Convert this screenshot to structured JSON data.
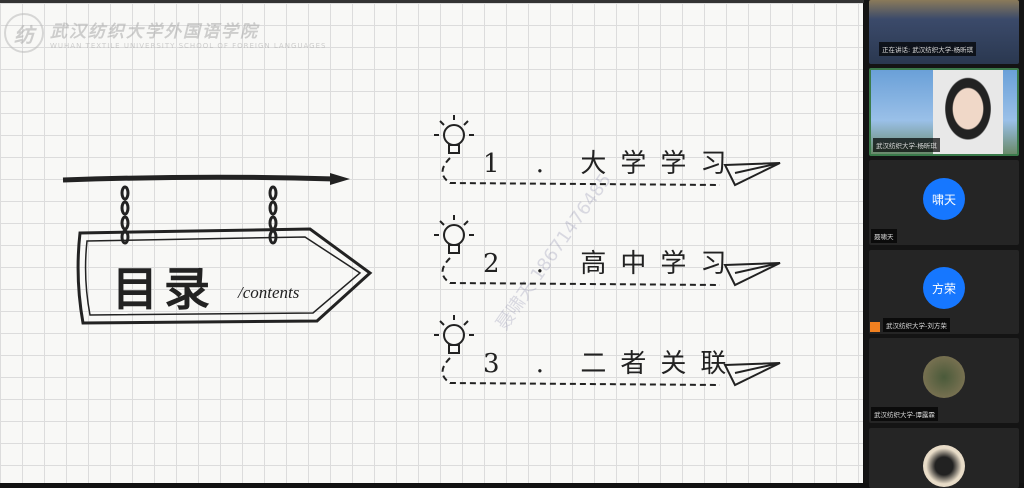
{
  "slide": {
    "logo": {
      "mark": "纺",
      "cn": "武汉纺织大学外国语学院",
      "en": "WUHAN TEXTILE UNIVERSITY SCHOOL OF FOREIGN LANGUAGES"
    },
    "title": "目录",
    "subtitle": "/contents",
    "items": [
      {
        "label": "1 . 大学学习"
      },
      {
        "label": "2 . 高中学习"
      },
      {
        "label": "3 . 二者关联"
      }
    ],
    "watermark": "聂啸天 18671476485"
  },
  "participants": [
    {
      "name": "正在讲话: 武汉纺织大学-杨昕琪",
      "type": "video-hall"
    },
    {
      "name": "武汉纺织大学-杨昕琪",
      "type": "video-person"
    },
    {
      "name": "聂啸天",
      "avatar": "啸天"
    },
    {
      "name": "武汉纺织大学-刘方荣",
      "avatar": "方荣"
    },
    {
      "name": "武汉纺织大学-谭露霖",
      "type": "photo"
    },
    {
      "name": "",
      "type": "photo"
    }
  ],
  "colors": {
    "avatar": "#1677ff",
    "active_border": "#3a7a4a"
  }
}
